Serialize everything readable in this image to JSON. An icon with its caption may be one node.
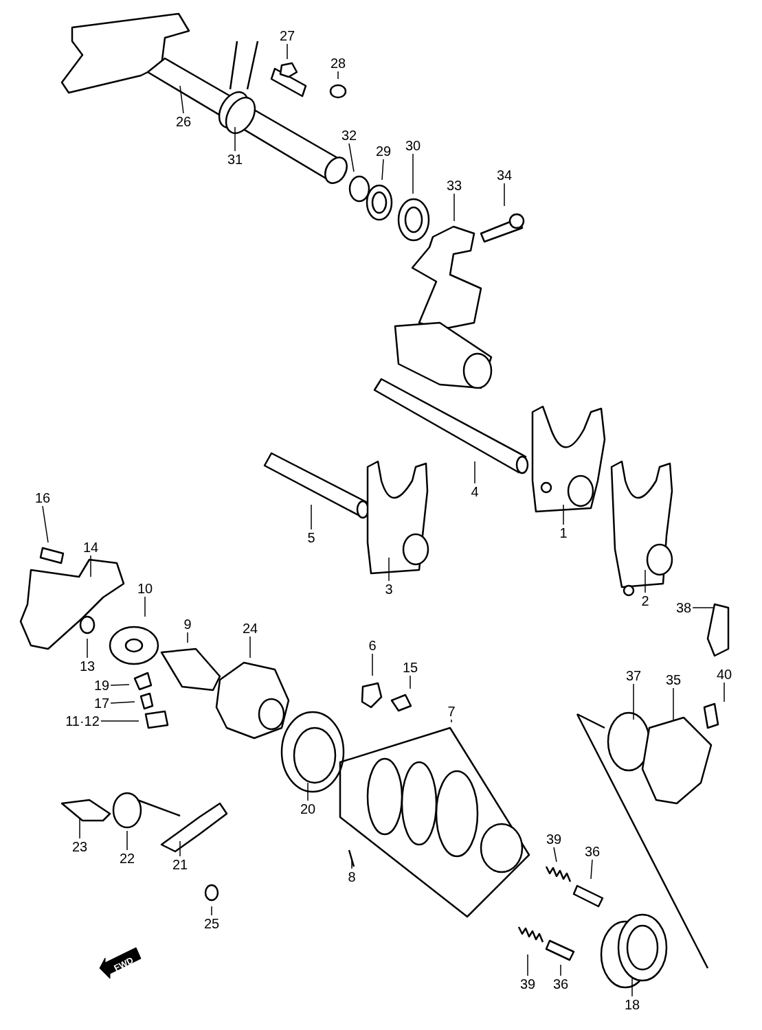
{
  "diagram": {
    "nodes": [
      {
        "text": [
          "27"
        ]
      },
      {
        "text": [
          "28"
        ]
      },
      {
        "text": [
          "26"
        ]
      },
      {
        "text": [
          "32"
        ]
      },
      {
        "text": [
          "30"
        ]
      },
      {
        "text": [
          "29"
        ]
      },
      {
        "text": [
          "31"
        ]
      },
      {
        "text": [
          "34"
        ]
      },
      {
        "text": [
          "33"
        ]
      },
      {
        "text": [
          "4"
        ]
      },
      {
        "text": [
          "16"
        ]
      },
      {
        "text": [
          "1"
        ]
      },
      {
        "text": [
          "5"
        ]
      },
      {
        "text": [
          "14"
        ]
      },
      {
        "text": [
          "10"
        ]
      },
      {
        "text": [
          "3"
        ]
      },
      {
        "text": [
          "2"
        ]
      },
      {
        "text": [
          "38"
        ]
      },
      {
        "text": [
          "9"
        ]
      },
      {
        "text": [
          "24"
        ]
      },
      {
        "text": [
          "6"
        ]
      },
      {
        "text": [
          "13"
        ]
      },
      {
        "text": [
          "15"
        ]
      },
      {
        "text": [
          "40"
        ]
      },
      {
        "text": [
          "37"
        ]
      },
      {
        "text": [
          "35"
        ]
      },
      {
        "text": [
          "19"
        ]
      },
      {
        "text": [
          "17"
        ]
      },
      {
        "text": [
          "7"
        ]
      },
      {
        "text": [
          "11·12"
        ]
      },
      {
        "text": [
          "20"
        ]
      },
      {
        "text": [
          "39"
        ]
      },
      {
        "text": [
          "23"
        ]
      },
      {
        "text": [
          "36"
        ]
      },
      {
        "text": [
          "22"
        ]
      },
      {
        "text": [
          "21"
        ]
      },
      {
        "text": [
          "8"
        ]
      },
      {
        "text": [
          "25"
        ]
      },
      {
        "text": [
          "39"
        ]
      },
      {
        "text": [
          "36"
        ]
      },
      {
        "text": [
          "18"
        ]
      }
    ],
    "edges": [
      {
        "from": 0,
        "to": null,
        "arrow": "none"
      },
      {
        "from": 1,
        "to": null,
        "arrow": "none"
      },
      {
        "from": 2,
        "to": null,
        "arrow": "none"
      },
      {
        "from": 3,
        "to": null,
        "arrow": "none"
      },
      {
        "from": 4,
        "to": null,
        "arrow": "none"
      },
      {
        "from": 5,
        "to": null,
        "arrow": "none"
      },
      {
        "from": 6,
        "to": null,
        "arrow": "none"
      },
      {
        "from": 7,
        "to": null,
        "arrow": "none"
      },
      {
        "from": 8,
        "to": null,
        "arrow": "none"
      },
      {
        "from": 9,
        "to": null,
        "arrow": "none"
      },
      {
        "from": 10,
        "to": null,
        "arrow": "none"
      },
      {
        "from": 11,
        "to": null,
        "arrow": "none"
      },
      {
        "from": 12,
        "to": null,
        "arrow": "none"
      },
      {
        "from": 13,
        "to": null,
        "arrow": "none"
      },
      {
        "from": 14,
        "to": null,
        "arrow": "none"
      },
      {
        "from": 15,
        "to": null,
        "arrow": "none"
      },
      {
        "from": 16,
        "to": null,
        "arrow": "none"
      },
      {
        "from": 17,
        "to": null,
        "arrow": "none"
      },
      {
        "from": 18,
        "to": null,
        "arrow": "none"
      },
      {
        "from": 19,
        "to": null,
        "arrow": "none"
      },
      {
        "from": 20,
        "to": null,
        "arrow": "none"
      },
      {
        "from": 21,
        "to": null,
        "arrow": "none"
      },
      {
        "from": 22,
        "to": null,
        "arrow": "none"
      },
      {
        "from": 23,
        "to": null,
        "arrow": "none"
      },
      {
        "from": 24,
        "to": null,
        "arrow": "none"
      },
      {
        "from": 25,
        "to": null,
        "arrow": "none"
      },
      {
        "from": 26,
        "to": null,
        "arrow": "none"
      },
      {
        "from": 27,
        "to": null,
        "arrow": "none"
      },
      {
        "from": 28,
        "to": null,
        "arrow": "none"
      },
      {
        "from": 29,
        "to": null,
        "arrow": "none"
      },
      {
        "from": 30,
        "to": null,
        "arrow": "none"
      },
      {
        "from": 31,
        "to": null,
        "arrow": "none"
      },
      {
        "from": 32,
        "to": null,
        "arrow": "none"
      },
      {
        "from": 33,
        "to": null,
        "arrow": "none"
      },
      {
        "from": 34,
        "to": null,
        "arrow": "none"
      },
      {
        "from": 35,
        "to": null,
        "arrow": "none"
      },
      {
        "from": 36,
        "to": null,
        "arrow": "none"
      },
      {
        "from": 37,
        "to": null,
        "arrow": "none"
      },
      {
        "from": 38,
        "to": null,
        "arrow": "none"
      },
      {
        "from": 39,
        "to": null,
        "arrow": "none"
      },
      {
        "from": 40,
        "to": null,
        "arrow": "none"
      }
    ],
    "labels": [
      "FWD"
    ]
  }
}
